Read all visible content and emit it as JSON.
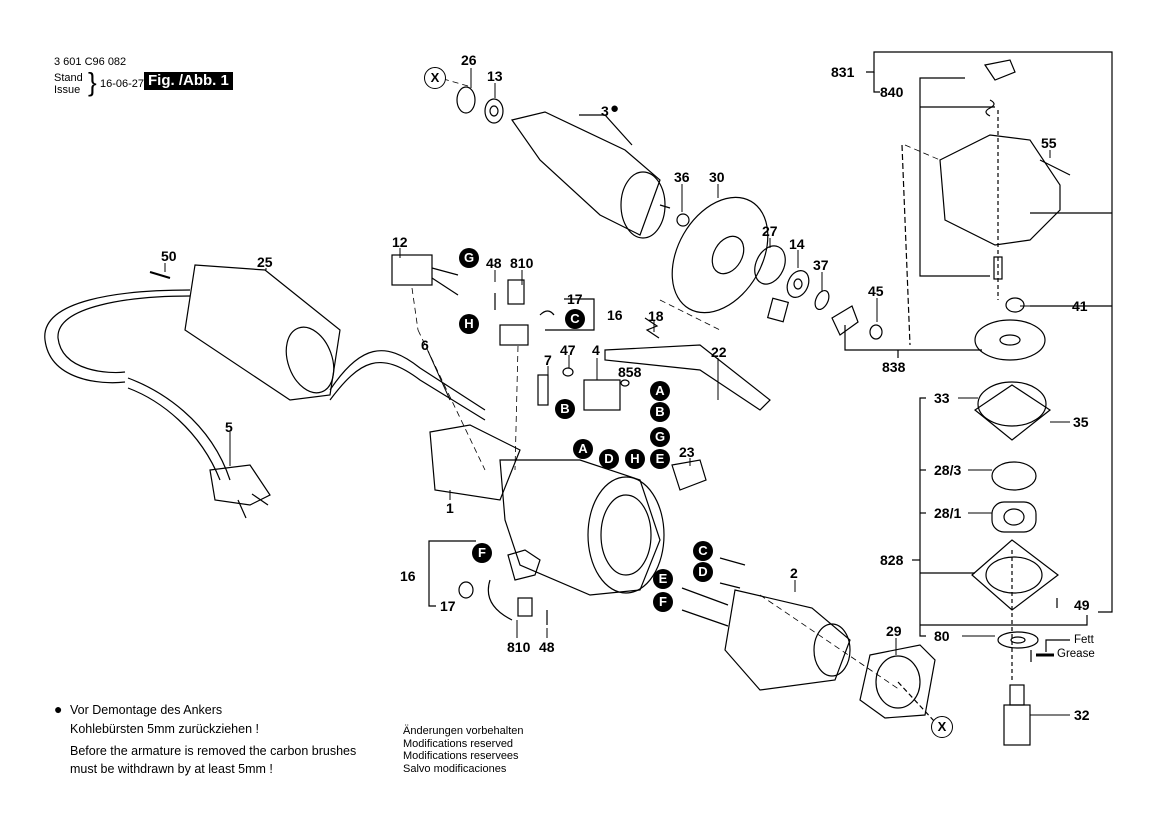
{
  "header": {
    "part_number": "3 601 C96 082",
    "stand_label": "Stand",
    "issue_label": "Issue",
    "brace": "}",
    "date": "16-06-27",
    "figure_label": "Fig. /Abb. 1"
  },
  "parts": [
    {
      "id": "p26",
      "text": "26"
    },
    {
      "id": "p13",
      "text": "13"
    },
    {
      "id": "p3",
      "text": "3"
    },
    {
      "id": "p36",
      "text": "36"
    },
    {
      "id": "p30",
      "text": "30"
    },
    {
      "id": "p27",
      "text": "27"
    },
    {
      "id": "p14",
      "text": "14"
    },
    {
      "id": "p37",
      "text": "37"
    },
    {
      "id": "p45",
      "text": "45"
    },
    {
      "id": "p831",
      "text": "831"
    },
    {
      "id": "p840",
      "text": "840"
    },
    {
      "id": "p55",
      "text": "55"
    },
    {
      "id": "p41",
      "text": "41"
    },
    {
      "id": "p838",
      "text": "838"
    },
    {
      "id": "p33",
      "text": "33"
    },
    {
      "id": "p35",
      "text": "35"
    },
    {
      "id": "p28_3",
      "text": "28/3"
    },
    {
      "id": "p28_1",
      "text": "28/1"
    },
    {
      "id": "p828",
      "text": "828"
    },
    {
      "id": "p49",
      "text": "49"
    },
    {
      "id": "p80",
      "text": "80"
    },
    {
      "id": "p32",
      "text": "32"
    },
    {
      "id": "p29",
      "text": "29"
    },
    {
      "id": "p2",
      "text": "2"
    },
    {
      "id": "p50",
      "text": "50"
    },
    {
      "id": "p25",
      "text": "25"
    },
    {
      "id": "p12",
      "text": "12"
    },
    {
      "id": "p48a",
      "text": "48"
    },
    {
      "id": "p810a",
      "text": "810"
    },
    {
      "id": "p17a",
      "text": "17"
    },
    {
      "id": "p16a",
      "text": "16"
    },
    {
      "id": "p18",
      "text": "18"
    },
    {
      "id": "p22",
      "text": "22"
    },
    {
      "id": "p6",
      "text": "6"
    },
    {
      "id": "p7",
      "text": "7"
    },
    {
      "id": "p47",
      "text": "47"
    },
    {
      "id": "p4",
      "text": "4"
    },
    {
      "id": "p858",
      "text": "858"
    },
    {
      "id": "p23",
      "text": "23"
    },
    {
      "id": "p5",
      "text": "5"
    },
    {
      "id": "p1",
      "text": "1"
    },
    {
      "id": "p16b",
      "text": "16"
    },
    {
      "id": "p17b",
      "text": "17"
    },
    {
      "id": "p810b",
      "text": "810"
    },
    {
      "id": "p48b",
      "text": "48"
    }
  ],
  "connectors": {
    "g1": "G",
    "h1": "H",
    "c1": "C",
    "a1": "A",
    "b1": "B",
    "b2": "B",
    "g2": "G",
    "a2": "A",
    "d1": "D",
    "h2": "H",
    "e1": "E",
    "f1": "F",
    "c2": "C",
    "d2": "D",
    "e2": "E",
    "f2": "F"
  },
  "markers": {
    "x1": "X",
    "x2": "X",
    "armature_dot": "●"
  },
  "grease": {
    "de": "Fett",
    "en": "Grease"
  },
  "notes": {
    "bullet": "●",
    "de_line1": "Vor Demontage des Ankers",
    "de_line2": "Kohlebürsten 5mm zurückziehen !",
    "en_line1": "Before the armature is removed the carbon brushes",
    "en_line2": "must be withdrawn by at least 5mm !"
  },
  "modifications": [
    "Änderungen vorbehalten",
    "Modifications reserved",
    "Modifications reservees",
    "Salvo modificaciones"
  ]
}
